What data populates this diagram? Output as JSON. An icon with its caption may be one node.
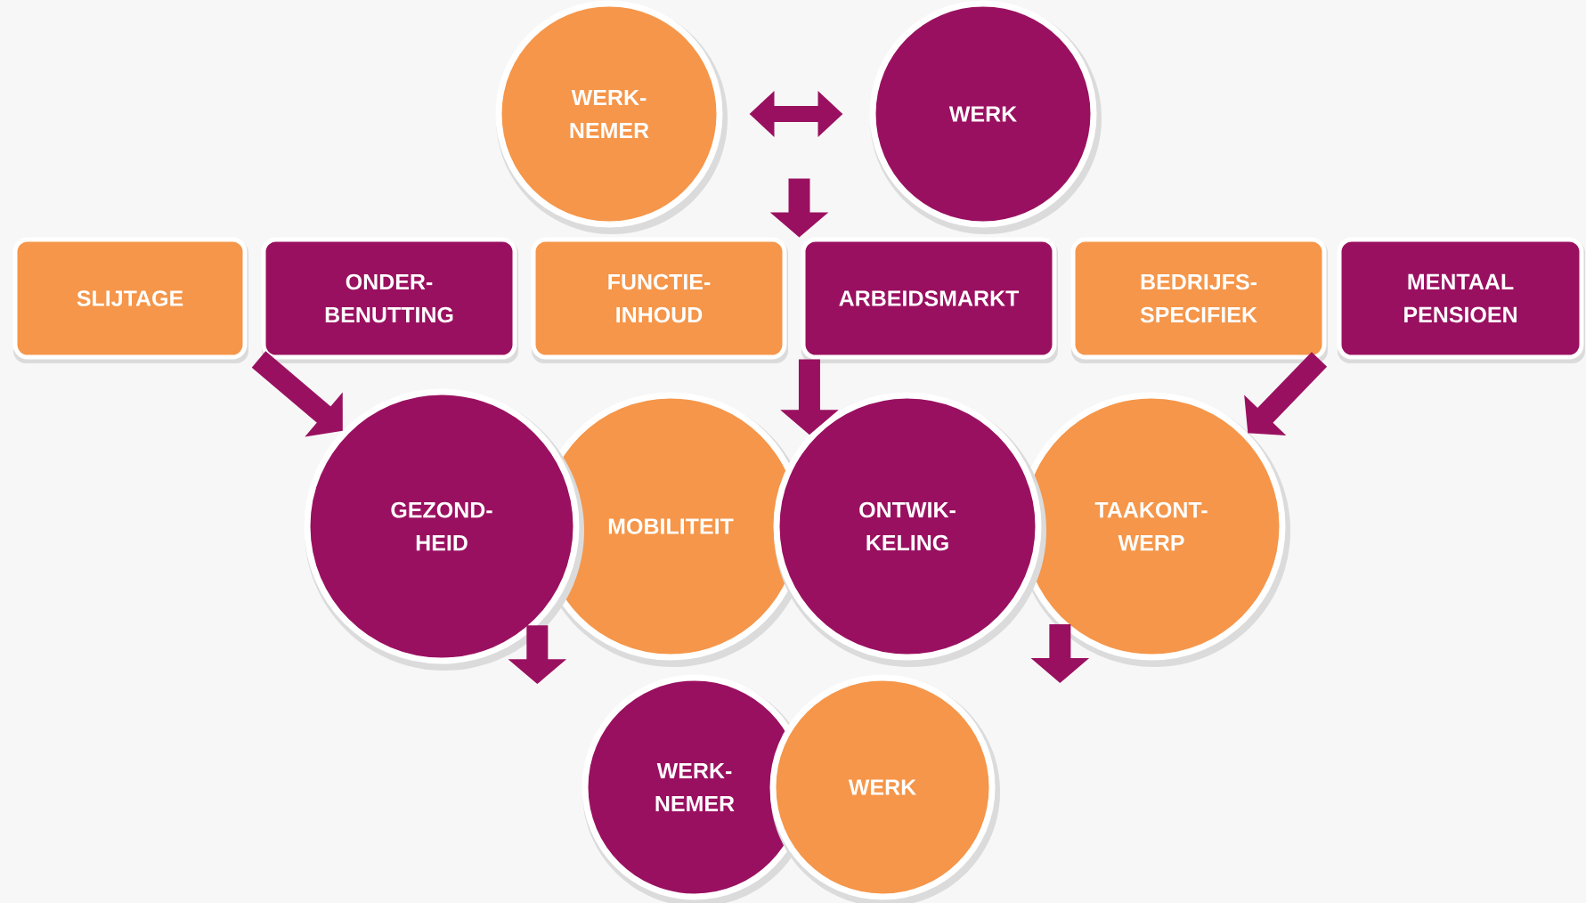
{
  "diagram": {
    "nodes": [
      {
        "text": [
          "WERK- NEMER"
        ]
      },
      {
        "text": [
          "WERK"
        ]
      },
      {
        "text": [
          "SLIJTAGE"
        ]
      },
      {
        "text": [
          "ONDER- BENUTTING"
        ]
      },
      {
        "text": [
          "FUNCTIE- INHOUD"
        ]
      },
      {
        "text": [
          "ARBEIDSMARKT"
        ]
      },
      {
        "text": [
          "BEDRIJFS- SPECIFIEK"
        ]
      },
      {
        "text": [
          "MENTAAL PENSIOEN"
        ]
      },
      {
        "text": [
          "GEZOND- HEID"
        ]
      },
      {
        "text": [
          "MOBILITEIT"
        ]
      },
      {
        "text": [
          "ONTWIK- KELING"
        ]
      },
      {
        "text": [
          "TAAKONT- WERP"
        ]
      },
      {
        "text": [
          "WERK- NEMER"
        ]
      },
      {
        "text": [
          "WERK"
        ]
      }
    ],
    "edges": [
      {
        "from": 0,
        "to": 1,
        "arrow": "both"
      },
      {
        "from": null,
        "to": 4,
        "arrow": "to"
      },
      {
        "from": 3,
        "to": 8,
        "arrow": "to"
      },
      {
        "from": 5,
        "to": 10,
        "arrow": "to"
      },
      {
        "from": 6,
        "to": 11,
        "arrow": "to"
      },
      {
        "from": 8,
        "to": null,
        "arrow": "to"
      },
      {
        "from": 11,
        "to": null,
        "arrow": "to"
      }
    ]
  }
}
